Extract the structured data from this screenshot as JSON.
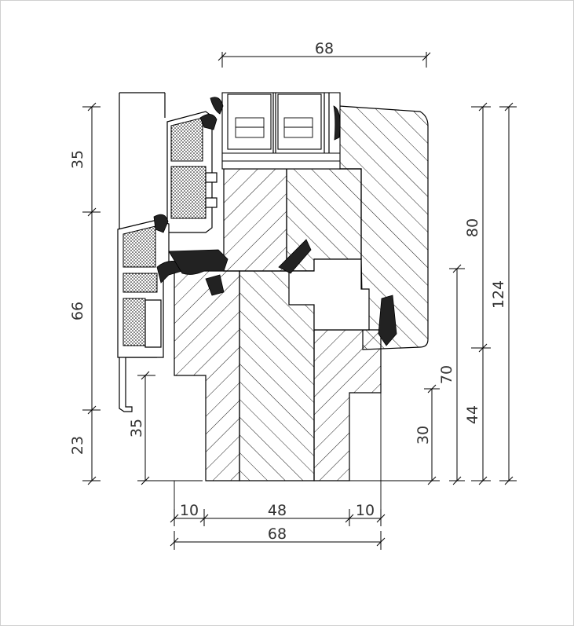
{
  "dimensions": {
    "top_width": "68",
    "left_upper": "35",
    "left_middle": "66",
    "left_lower": "23",
    "left_sill": "35",
    "bottom_left": "10",
    "bottom_middle": "48",
    "bottom_right": "10",
    "bottom_total": "68",
    "right_30": "30",
    "right_70": "70",
    "right_44": "44",
    "right_80": "80",
    "right_124": "124"
  },
  "colors": {
    "line": "#000000",
    "text": "#333333",
    "background": "#ffffff",
    "frame": "#cfcfcf"
  }
}
